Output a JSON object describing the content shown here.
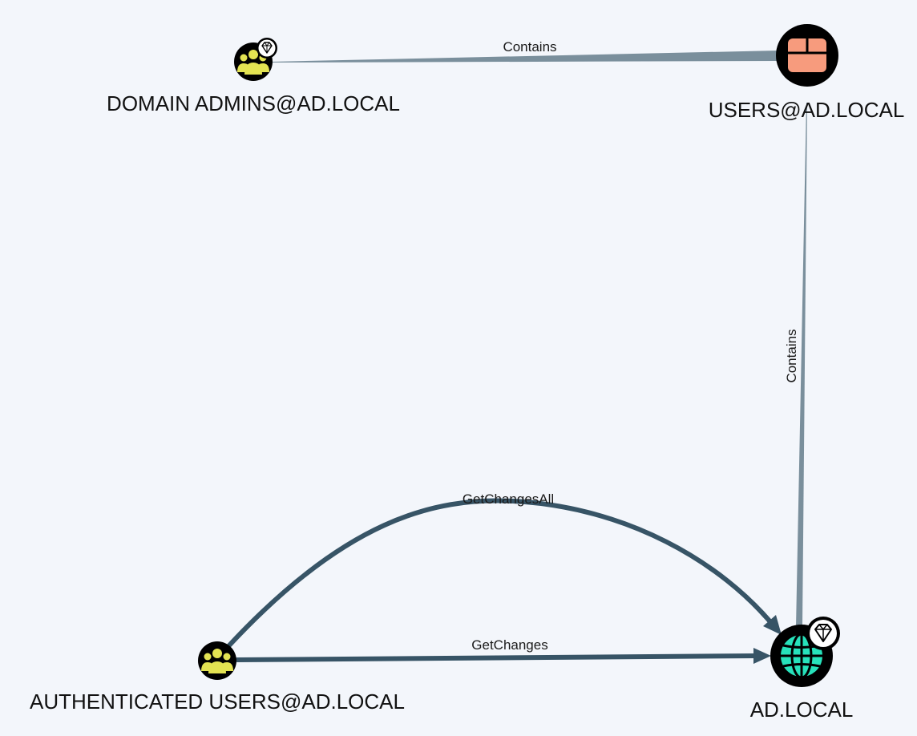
{
  "colors": {
    "background": "#f3f6fb",
    "node_ring": "#000000",
    "group_fill": "#e3e352",
    "container_fill": "#f79b7d",
    "domain_fill": "#27e2bb",
    "edge_contains": "#7a8f9c",
    "edge_dangerous": "#375466",
    "badge_fill": "#ffffff"
  },
  "nodes": {
    "domain_admins": {
      "label": "DOMAIN ADMINS@AD.LOCAL",
      "icon": "group-icon",
      "tier_zero": true
    },
    "users": {
      "label": "USERS@AD.LOCAL",
      "icon": "container-icon",
      "tier_zero": false
    },
    "authenticated_users": {
      "label": "AUTHENTICATED USERS@AD.LOCAL",
      "icon": "group-icon",
      "tier_zero": false
    },
    "ad_local": {
      "label": "AD.LOCAL",
      "icon": "globe-icon",
      "tier_zero": true
    }
  },
  "edges": {
    "contains_top": {
      "label": "Contains",
      "source": "domain_admins",
      "target": "users"
    },
    "contains_right": {
      "label": "Contains",
      "source": "users",
      "target": "ad_local"
    },
    "get_changes_all": {
      "label": "GetChangesAll",
      "source": "authenticated_users",
      "target": "ad_local"
    },
    "get_changes": {
      "label": "GetChanges",
      "source": "authenticated_users",
      "target": "ad_local"
    }
  }
}
